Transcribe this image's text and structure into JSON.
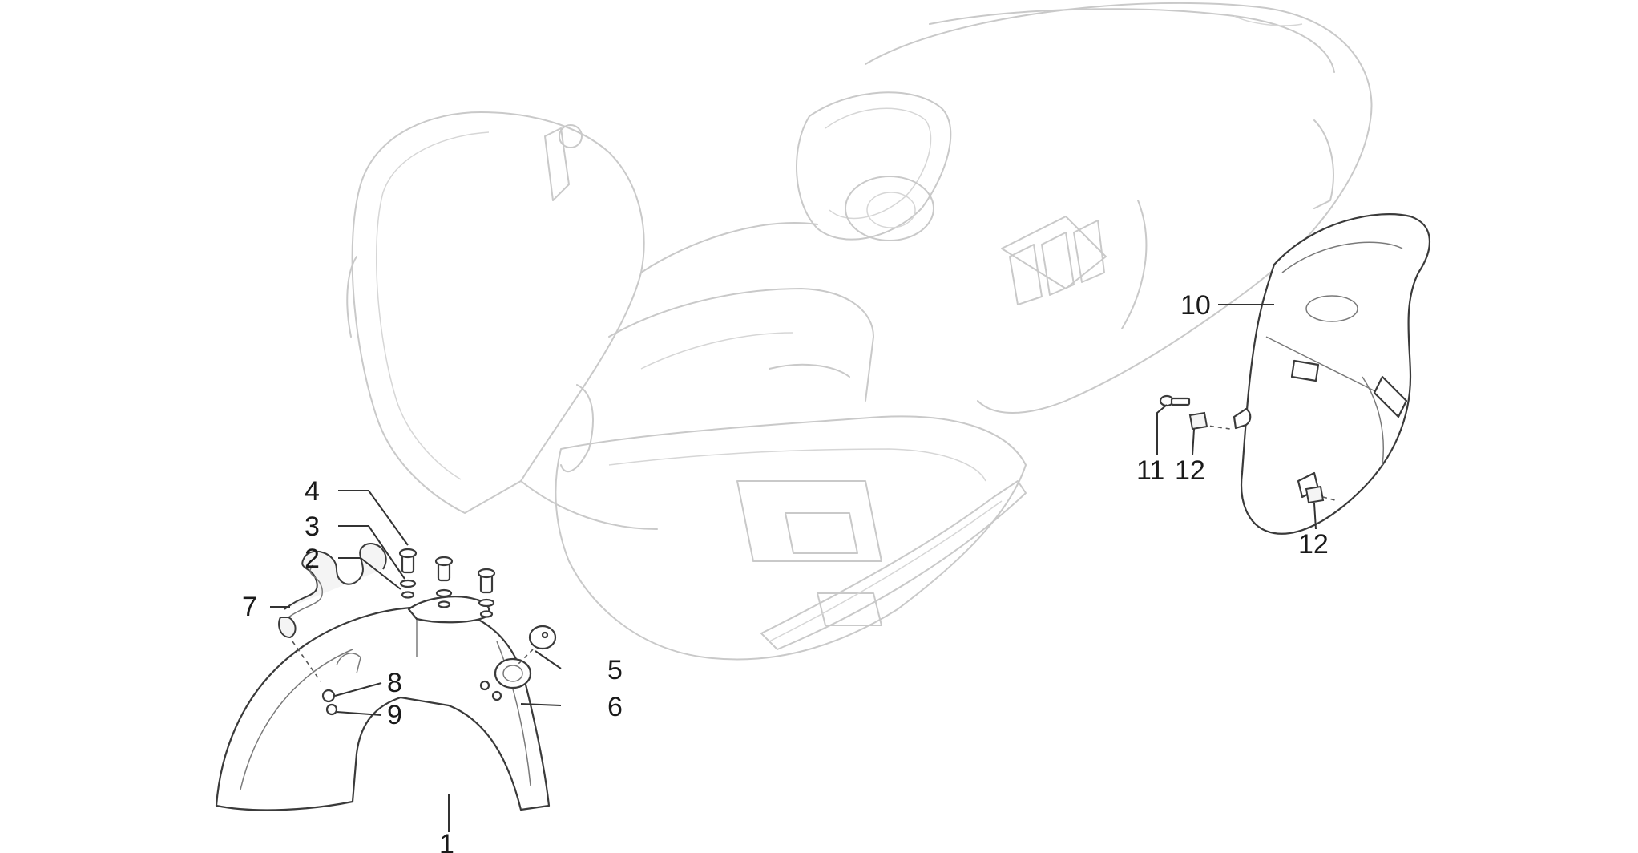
{
  "callouts": [
    {
      "id": "c1",
      "label": "1"
    },
    {
      "id": "c2",
      "label": "2"
    },
    {
      "id": "c3",
      "label": "3"
    },
    {
      "id": "c4",
      "label": "4"
    },
    {
      "id": "c5",
      "label": "5"
    },
    {
      "id": "c6",
      "label": "6"
    },
    {
      "id": "c7",
      "label": "7"
    },
    {
      "id": "c8",
      "label": "8"
    },
    {
      "id": "c9",
      "label": "9"
    },
    {
      "id": "c10",
      "label": "10"
    },
    {
      "id": "c11",
      "label": "11"
    },
    {
      "id": "c12a",
      "label": "12"
    },
    {
      "id": "c12b",
      "label": "12"
    }
  ],
  "colors": {
    "ghost_body": "#c9c9c9",
    "part_outline": "#3a3a3a",
    "text": "#1a1a1a",
    "background": "#ffffff"
  }
}
